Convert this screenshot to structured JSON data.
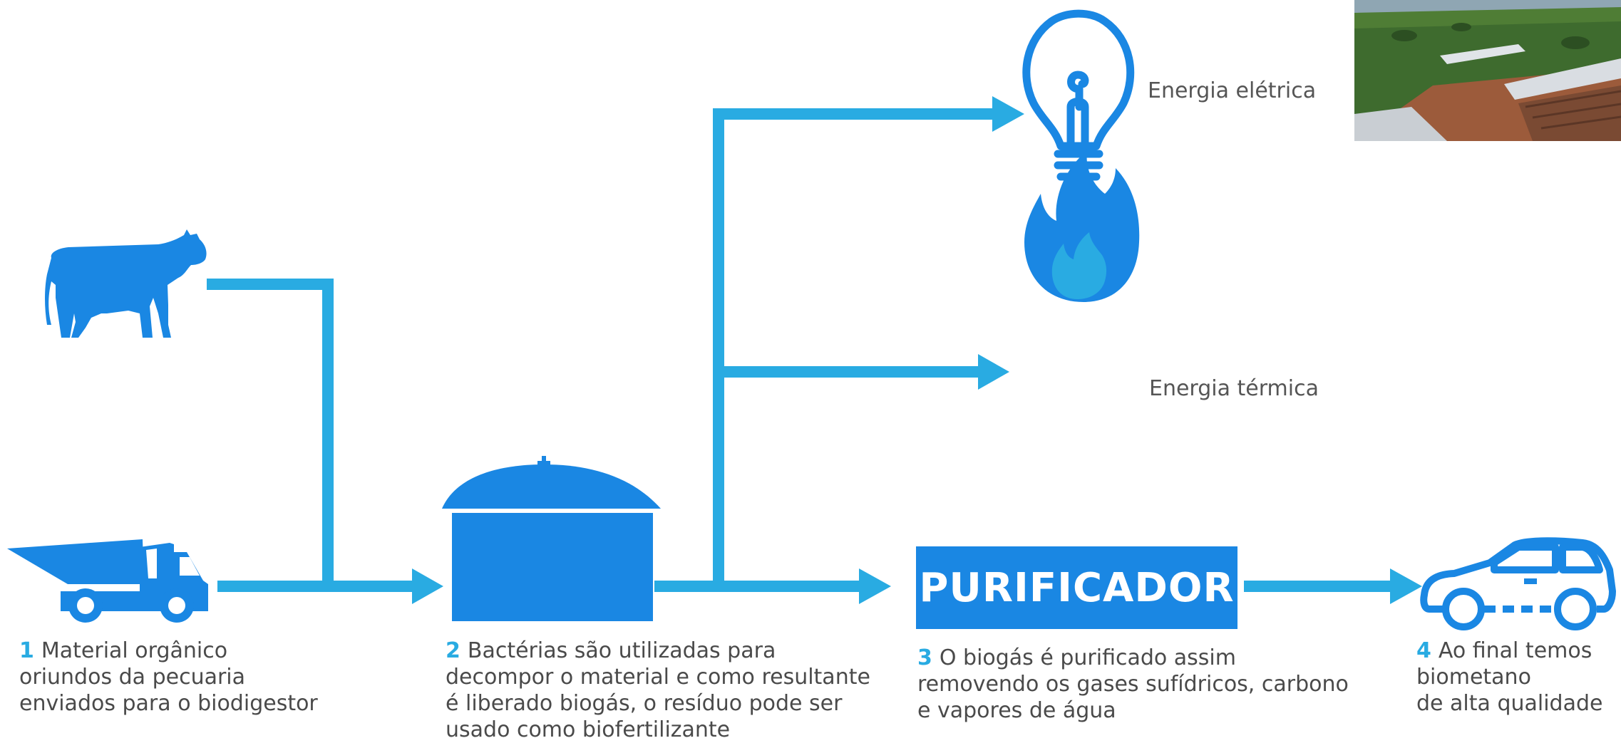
{
  "colors": {
    "arrow": "#29abe2",
    "icon": "#1a87e3",
    "number": "#29abe2",
    "text": "#4a4a4a"
  },
  "icons": [
    "cow-icon",
    "dump-truck-icon",
    "biodigester-tank-icon",
    "light-bulb-icon",
    "flame-icon",
    "car-icon"
  ],
  "outputs": {
    "electric": "Energia elétrica",
    "thermal": "Energia térmica"
  },
  "purifier": {
    "label": "PURIFICADOR"
  },
  "steps": [
    {
      "number": "1",
      "text": "Material orgânico\noriundos da pecuaria\nenviados para o biodigestor"
    },
    {
      "number": "2",
      "text": "Bactérias são utilizadas para\ndecompor o material e como resultante\né liberado biogás, o resíduo pode ser\nusado como biofertilizante"
    },
    {
      "number": "3",
      "text": "O biogás é purificado assim\nremovendo os gases sufídricos, carbono\ne vapores de água"
    },
    {
      "number": "4",
      "text": "Ao final temos\nbiometano\nde alta qualidade"
    }
  ]
}
